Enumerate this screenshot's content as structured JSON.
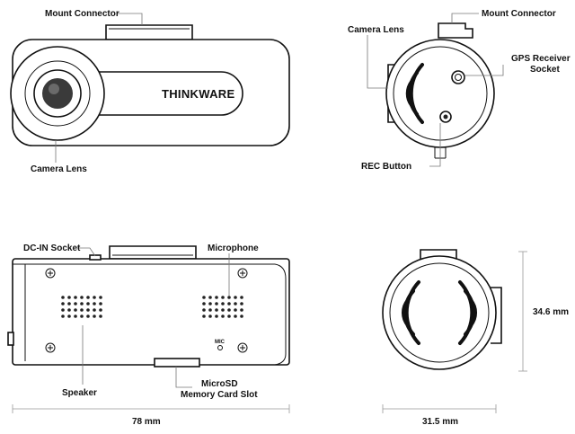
{
  "brand": "THINKWARE",
  "labels": {
    "mount_connector_front": "Mount Connector",
    "camera_lens_front": "Camera Lens",
    "camera_lens_side": "Camera Lens",
    "mount_connector_side": "Mount Connector",
    "gps_receiver_line1": "GPS Receiver",
    "gps_receiver_line2": "Socket",
    "rec_button": "REC Button",
    "dc_in_socket": "DC-IN Socket",
    "microphone": "Microphone",
    "mic_small": "MIC",
    "speaker": "Speaker",
    "microsd_line1": "MicroSD",
    "microsd_line2": "Memory Card Slot"
  },
  "dimensions": {
    "width": "78 mm",
    "depth": "31.5 mm",
    "height": "34.6 mm"
  },
  "colors": {
    "outline": "#111111",
    "leader": "#777777",
    "dimension_line": "#999999",
    "background": "#ffffff"
  }
}
